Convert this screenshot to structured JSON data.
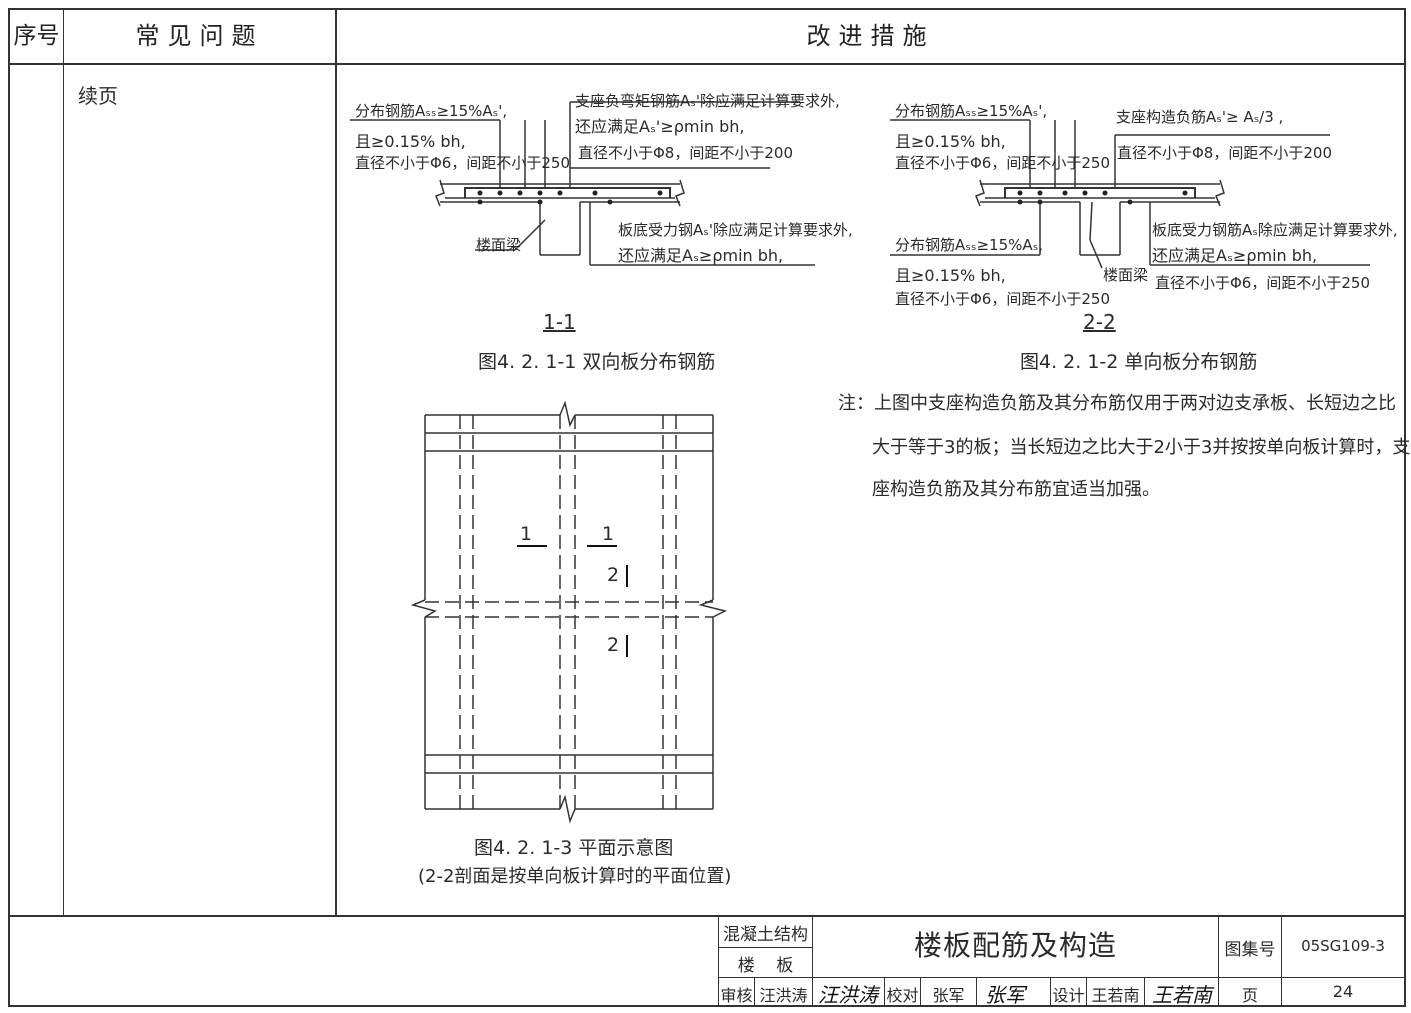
{
  "header": {
    "col_index": "序号",
    "col_problem": "常见问题",
    "col_measure": "改进措施"
  },
  "left": {
    "continued": "续页"
  },
  "fig1": {
    "ann_dist_1": "分布钢筋Aₛₛ≥15%Aₛ',",
    "ann_dist_2": "且≥0.15% bh,",
    "ann_dist_3": "直径不小于Φ6，间距不小于250",
    "ann_top_1": "支座负弯矩钢筋Aₛ'除应满足计算要求外,",
    "ann_top_2": "还应满足Aₛ'≥ρmin bh,",
    "ann_top_3": "直径不小于Φ8，间距不小于200",
    "ann_bot_1": "板底受力钢Aₛ'除应满足计算要求外,",
    "ann_bot_2": "还应满足Aₛ≥ρmin bh,",
    "beam_label": "楼面梁",
    "section": "1-1",
    "caption": "图4. 2. 1-1  双向板分布钢筋"
  },
  "fig2": {
    "ann_dist_1": "分布钢筋Aₛₛ≥15%Aₛ',",
    "ann_dist_2": "且≥0.15% bh,",
    "ann_dist_3": "直径不小于Φ6，间距不小于250",
    "ann_top_1": "支座构造负筋Aₛ'≥ Aₛ/3 ,",
    "ann_top_2": "直径不小于Φ8，间距不小于200",
    "ann_bot_1": "板底受力钢筋Aₛ除应满足计算要求外,",
    "ann_bot_2": "还应满足Aₛ≥ρmin bh,",
    "ann_bot_3": "直径不小于Φ6，间距不小于250",
    "ann_dist2_1": "分布钢筋Aₛₛ≥15%Aₛ,",
    "ann_dist2_2": "且≥0.15% bh,",
    "ann_dist2_3": "直径不小于Φ6，间距不小于250",
    "beam_label": "楼面梁",
    "section": "2-2",
    "caption": "图4. 2. 1-2  单向板分布钢筋"
  },
  "note": {
    "line1": "注：上图中支座构造负筋及其分布筋仅用于两对边支承板、长短边之比",
    "line2": "大于等于3的板；当长短边之比大于2小于3并按按单向板计算时，支",
    "line3": "座构造负筋及其分布筋宜适当加强。"
  },
  "fig3": {
    "mark1a": "1",
    "mark1b": "1",
    "mark2a": "2",
    "mark2b": "2",
    "caption1": "图4. 2. 1-3  平面示意图",
    "caption2": "(2-2剖面是按单向板计算时的平面位置)"
  },
  "titleblock": {
    "category1": "混凝土结构",
    "category2": "楼    板",
    "title": "楼板配筋及构造",
    "atlas_label": "图集号",
    "atlas_no": "05SG109-3",
    "review_label": "审核",
    "review_name": "汪洪涛",
    "check_label": "校对",
    "check_name": "张军",
    "design_label": "设计",
    "design_name": "王若南",
    "page_label": "页",
    "page_no": "24"
  }
}
